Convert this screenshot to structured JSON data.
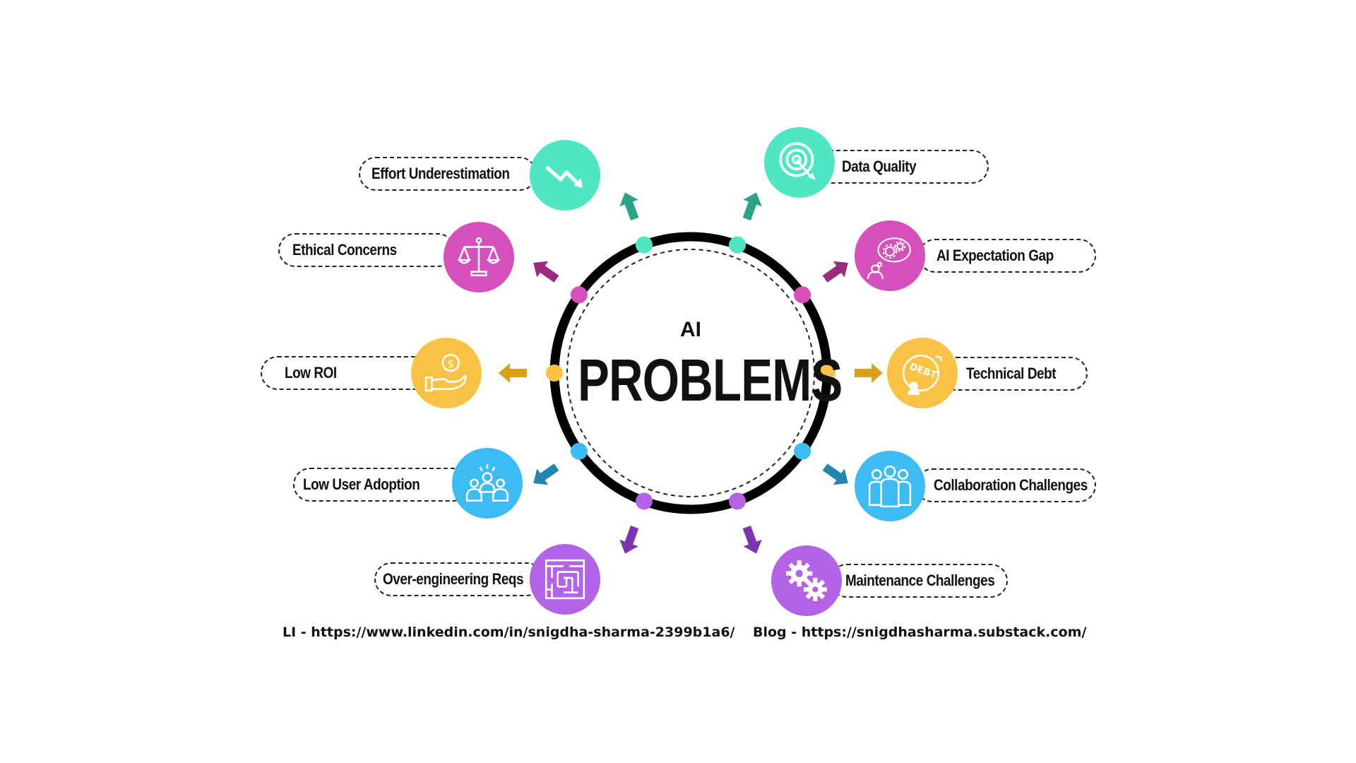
{
  "center": {
    "line1": "AI",
    "line2": "PROBLEMS"
  },
  "items": [
    {
      "label": "Effort Underestimation",
      "color": "#4fe6c4",
      "arrow": "#2aa386",
      "icon": "trend-down-icon"
    },
    {
      "label": "Ethical Concerns",
      "color": "#d64fbb",
      "arrow": "#9b2c7c",
      "icon": "scales-icon"
    },
    {
      "label": "Low ROI",
      "color": "#f9c244",
      "arrow": "#d9a11a",
      "icon": "hand-coin-icon"
    },
    {
      "label": "Low User Adoption",
      "color": "#3cbcf2",
      "arrow": "#2185b0",
      "icon": "crowd-icon"
    },
    {
      "label": "Over-engineering Reqs",
      "color": "#b364e6",
      "arrow": "#7b34b0",
      "icon": "maze-icon"
    },
    {
      "label": "Data Quality",
      "color": "#4fe6c4",
      "arrow": "#2aa386",
      "icon": "target-icon"
    },
    {
      "label": "AI Expectation Gap",
      "color": "#d64fbb",
      "arrow": "#9b2c7c",
      "icon": "thinking-gears-icon"
    },
    {
      "label": "Technical Debt",
      "color": "#f9c244",
      "arrow": "#d9a11a",
      "icon": "debt-ball-icon"
    },
    {
      "label": "Collaboration Challenges",
      "color": "#3cbcf2",
      "arrow": "#2185b0",
      "icon": "team-icon"
    },
    {
      "label": "Maintenance Challenges",
      "color": "#b364e6",
      "arrow": "#7b34b0",
      "icon": "gears-icon"
    }
  ],
  "links": {
    "linkedin": "LI - https://www.linkedin.com/in/snigdha-sharma-2399b1a6/",
    "blog": "Blog - https://snigdhasharma.substack.com/"
  }
}
